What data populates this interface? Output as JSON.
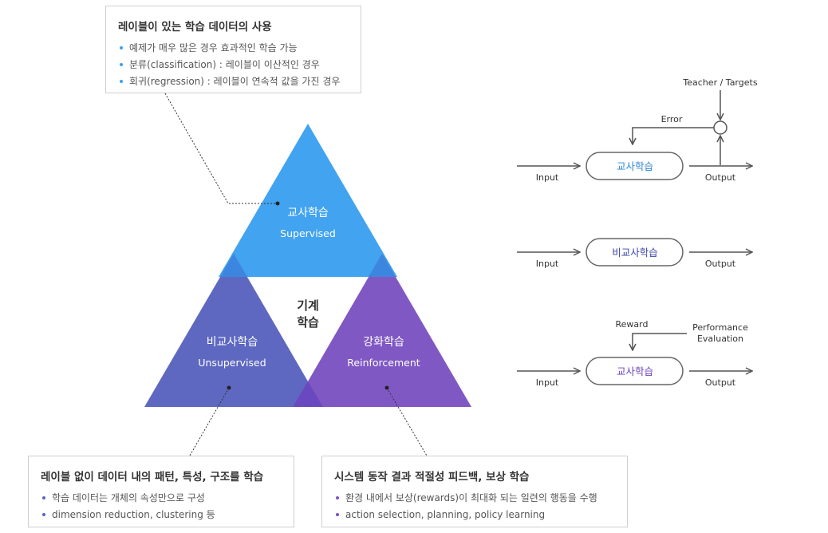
{
  "top_box": {
    "title": "레이블이 있는 학습 데이터의 사용",
    "items": [
      "예제가 매우 많은 경우 효과적인 학습 가능",
      "분류(classification) : 레이블이 이산적인 경우",
      "회귀(regression) : 레이블이 연속적 값을 가진 경우"
    ]
  },
  "left_box": {
    "title": "레이블 없이 데이터 내의 패턴, 특성, 구조를 학습",
    "items": [
      "학습 데이터는 개체의 속성만으로 구성",
      "dimension reduction, clustering 등"
    ]
  },
  "right_box": {
    "title": "시스템 동작 결과 적절성 피드백, 보상 학습",
    "items": [
      "환경 내에서 보상(rewards)이 최대화 되는 일련의 행동을 수행",
      "action selection, planning, policy learning"
    ]
  },
  "triangle": {
    "center_line1": "기계",
    "center_line2": "학습",
    "top_ko": "교사학습",
    "top_en": "Supervised",
    "left_ko": "비교사학습",
    "left_en": "Unsupervised",
    "right_ko": "강화학습",
    "right_en": "Reinforcement"
  },
  "flow1": {
    "teacher": "Teacher / Targets",
    "error": "Error",
    "input": "Input",
    "node": "교사학습",
    "output": "Output"
  },
  "flow2": {
    "input": "Input",
    "node": "비교사학습",
    "output": "Output"
  },
  "flow3": {
    "reward": "Reward",
    "perf1": "Performance",
    "perf2": "Evaluation",
    "input": "Input",
    "node": "교사학습",
    "output": "Output"
  },
  "colors": {
    "supervised": "#42a3f0",
    "unsupervised": "#5e68c0",
    "reinforcement": "#8058c4",
    "overlap_blue": "#3d8be0",
    "overlap_purple": "#6a48bf",
    "arrow": "#555555"
  }
}
